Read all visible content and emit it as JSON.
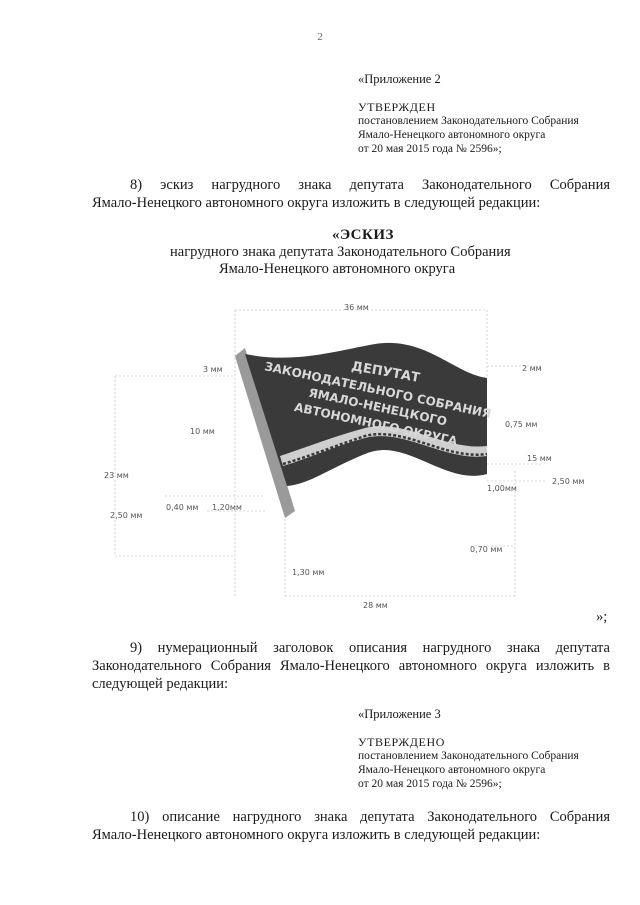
{
  "page": {
    "number": "2"
  },
  "appendix2": {
    "label": "«Приложение 2",
    "approved": "УТВЕРЖДЕН",
    "line1": "постановлением Законодательного Собрания",
    "line2": "Ямало-Ненецкого автономного округа",
    "line3": "от 20 мая 2015 года № 2596»;"
  },
  "item8": {
    "line1": "8) эскиз нагрудного знака депутата Законодательного Собрания",
    "line2": "Ямало-Ненецкого автономного округа изложить в следующей редакции:"
  },
  "sketch": {
    "title": "«ЭСКИЗ",
    "subtitle1": "нагрудного знака депутата Законодательного Собрания",
    "subtitle2": "Ямало-Ненецкого автономного округа",
    "flag_text": [
      "ДЕПУТАТ",
      "ЗАКОНОДАТЕЛЬНОГО СОБРАНИЯ",
      "ЯМАЛО-НЕНЕЦКОГО",
      "АВТОНОМНОГО ОКРУГА"
    ],
    "dims": {
      "top": "36 мм",
      "bottom": "28 мм",
      "left_total": "23 мм",
      "pole_top": "3 мм",
      "height10": "10 мм",
      "right_top": "2 мм",
      "right_075": "0,75 мм",
      "right_15": "15 мм",
      "right_250": "2,50 мм",
      "right_100": "1,00мм",
      "left_250": "2,50 мм",
      "mid_040": "0,40 мм",
      "mid_120": "1,20мм",
      "bottom_070": "0,70 мм",
      "bottom_130": "1,30 мм"
    },
    "closing": "»;",
    "colors": {
      "flag": "#3a3a3a",
      "text": "#d8d8d8",
      "pole": "#9a9a9a",
      "stripe": "#cfcfcf"
    }
  },
  "item9": {
    "line1": "9) нумерационный заголовок описания нагрудного знака депутата",
    "line2": "Законодательного Собрания Ямало-Ненецкого автономного округа изложить в",
    "line3": "следующей редакции:"
  },
  "appendix3": {
    "label": "«Приложение 3",
    "approved": "УТВЕРЖДЕНО",
    "line1": "постановлением Законодательного Собрания",
    "line2": "Ямало-Ненецкого автономного округа",
    "line3": "от 20 мая 2015 года № 2596»;"
  },
  "item10": {
    "line1": "10) описание нагрудного знака депутата Законодательного Собрания",
    "line2": "Ямало-Ненецкого автономного округа изложить в следующей редакции:"
  }
}
